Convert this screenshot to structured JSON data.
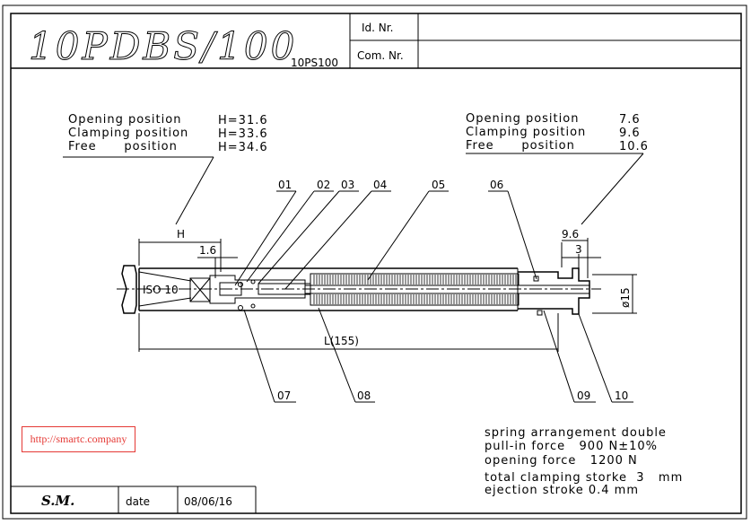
{
  "title_block": {
    "drawing_title": "10PDBS/100",
    "part_code": "10PS100",
    "id_nr_label": "Id. Nr.",
    "com_nr_label": "Com. Nr.",
    "id_nr_value": "",
    "com_nr_value": ""
  },
  "left_positions": {
    "rows": [
      {
        "label": "Opening position",
        "value": "H=31.6"
      },
      {
        "label": "Clamping position",
        "value": "H=33.6"
      },
      {
        "label": "Free      position",
        "value": "H=34.6"
      }
    ]
  },
  "right_positions": {
    "rows": [
      {
        "label": "Opening position",
        "value": "7.6"
      },
      {
        "label": "Clamping position",
        "value": "9.6"
      },
      {
        "label": "Free      position",
        "value": "10.6"
      }
    ]
  },
  "part_labels": {
    "top": [
      "01",
      "02",
      "03",
      "04",
      "05",
      "06"
    ],
    "bottom": [
      "07",
      "08",
      "09",
      "10"
    ]
  },
  "dimensions": {
    "h": "H",
    "d1_6": "1.6",
    "d9_6": "9.6",
    "d3": "3",
    "dia15": "ø15",
    "length": "L(155)",
    "iso": "ISO 10"
  },
  "specs": {
    "lines": [
      "spring arrangement double",
      "pull-in force   900 N±10%",
      "opening force   1200 N",
      "total clamping storke  3   mm",
      "ejection stroke 0.4 mm"
    ]
  },
  "footer": {
    "author": "S.M.",
    "date_label": "date",
    "date_value": "08/06/16"
  },
  "watermark_url": "http://smartc.company",
  "colors": {
    "line": "#000000",
    "url": "#e53935"
  }
}
